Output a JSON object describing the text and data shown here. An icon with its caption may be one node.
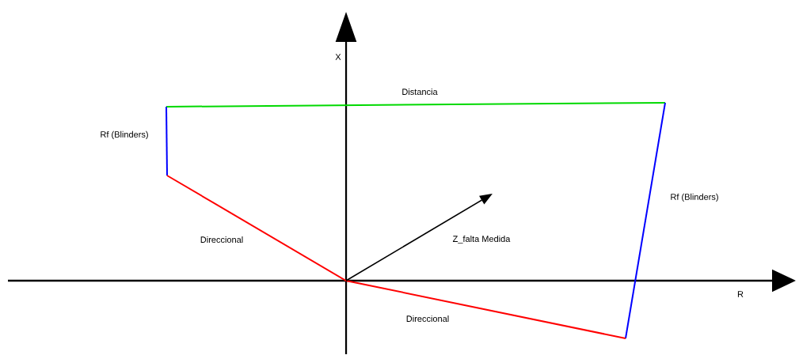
{
  "diagram": {
    "labels": [
      "X",
      "Distancia",
      "Rf (Blinders)",
      "Rf (Blinders)",
      "Direccional",
      "Z_falta Medida",
      "R",
      "Direccional"
    ]
  }
}
